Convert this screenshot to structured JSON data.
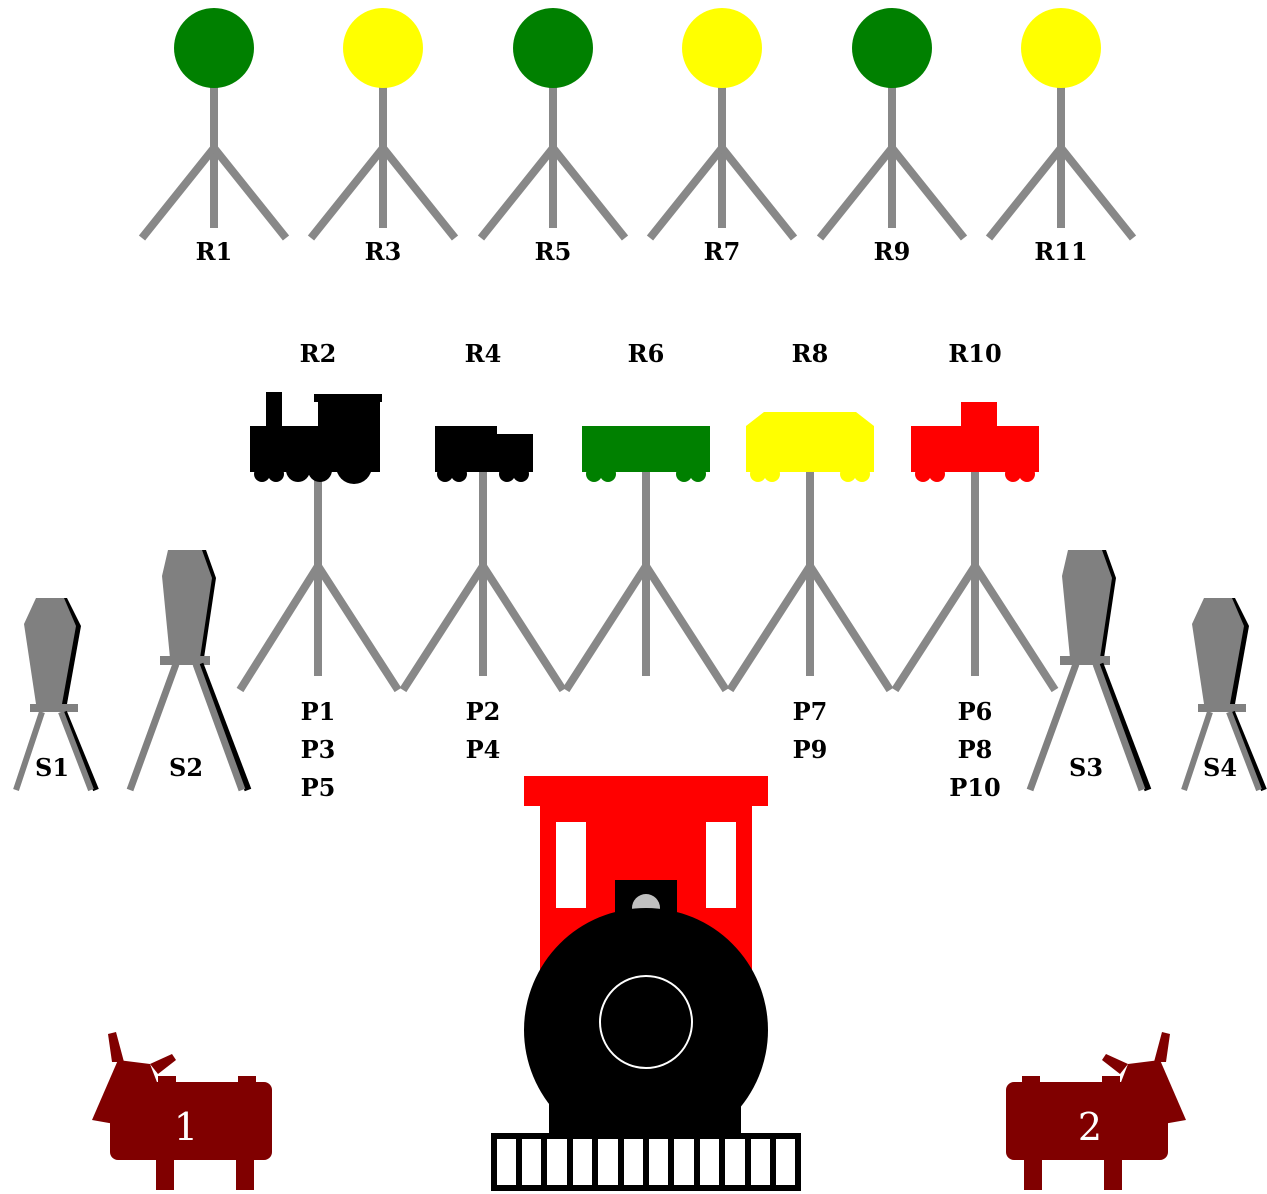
{
  "colors": {
    "pole": "#888888",
    "green": "#008000",
    "yellow": "#ffff00",
    "red": "#ff0000",
    "black": "#000000",
    "grey": "#808080",
    "maroon": "#800000",
    "white": "#ffffff",
    "light_grey": "#c0c0c0"
  },
  "top_signals": [
    {
      "label": "R1",
      "color": "green"
    },
    {
      "label": "R3",
      "color": "yellow"
    },
    {
      "label": "R5",
      "color": "green"
    },
    {
      "label": "R7",
      "color": "yellow"
    },
    {
      "label": "R9",
      "color": "green"
    },
    {
      "label": "R11",
      "color": "yellow"
    }
  ],
  "cars": [
    {
      "label": "R2",
      "kind": "locomotive",
      "color": "black",
      "platforms": [
        "P1",
        "P3",
        "P5"
      ]
    },
    {
      "label": "R4",
      "kind": "tender",
      "color": "black",
      "platforms": [
        "P2",
        "P4"
      ]
    },
    {
      "label": "R6",
      "kind": "boxcar",
      "color": "green",
      "platforms": []
    },
    {
      "label": "R8",
      "kind": "passenger",
      "color": "yellow",
      "platforms": [
        "P7",
        "P9"
      ]
    },
    {
      "label": "R10",
      "kind": "caboose",
      "color": "red",
      "platforms": [
        "P6",
        "P8",
        "P10"
      ]
    }
  ],
  "stools": [
    {
      "label": "S1",
      "size": "small"
    },
    {
      "label": "S2",
      "size": "large"
    },
    {
      "label": "S3",
      "size": "large"
    },
    {
      "label": "S4",
      "size": "small"
    }
  ],
  "cows": [
    {
      "label": "1",
      "facing": "left"
    },
    {
      "label": "2",
      "facing": "right"
    }
  ]
}
